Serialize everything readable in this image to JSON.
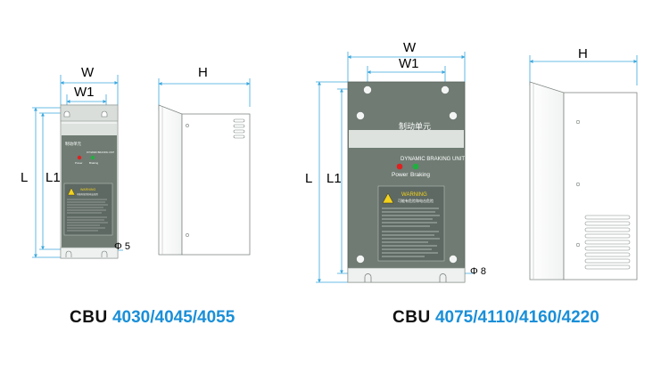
{
  "colors": {
    "accent": "#1a8fd8",
    "dim_line": "#3aa7de",
    "panel_dark": "#6f7b73",
    "panel_light": "#dde2de",
    "led_power": "#e02020",
    "led_braking": "#20b040",
    "warning_yellow": "#f2d21b"
  },
  "small_unit": {
    "dim_w": "W",
    "dim_w1": "W1",
    "dim_l": "L",
    "dim_l1": "L1",
    "dim_hole": "Φ 5",
    "dim_h": "H",
    "panel_title": "制动单元",
    "panel_subtitle": "DYNAMIC BRAKING UNIT",
    "power_label": "Power",
    "braking_label": "Braking",
    "warning_title": "WARNING",
    "warning_sub": "可能有危险和电击危险",
    "caption_prefix": "CBU",
    "caption_models": "4030/4045/4055"
  },
  "large_unit": {
    "dim_w": "W",
    "dim_w1": "W1",
    "dim_l": "L",
    "dim_l1": "L1",
    "dim_hole": "Φ 8",
    "dim_h": "H",
    "panel_title": "制动单元",
    "panel_subtitle": "DYNAMIC BRAKING UNIT",
    "power_label": "Power",
    "braking_label": "Braking",
    "warning_title": "WARNING",
    "warning_sub": "可能有危险和电击危险",
    "caption_prefix": "CBU",
    "caption_models": "4075/4110/4160/4220"
  }
}
